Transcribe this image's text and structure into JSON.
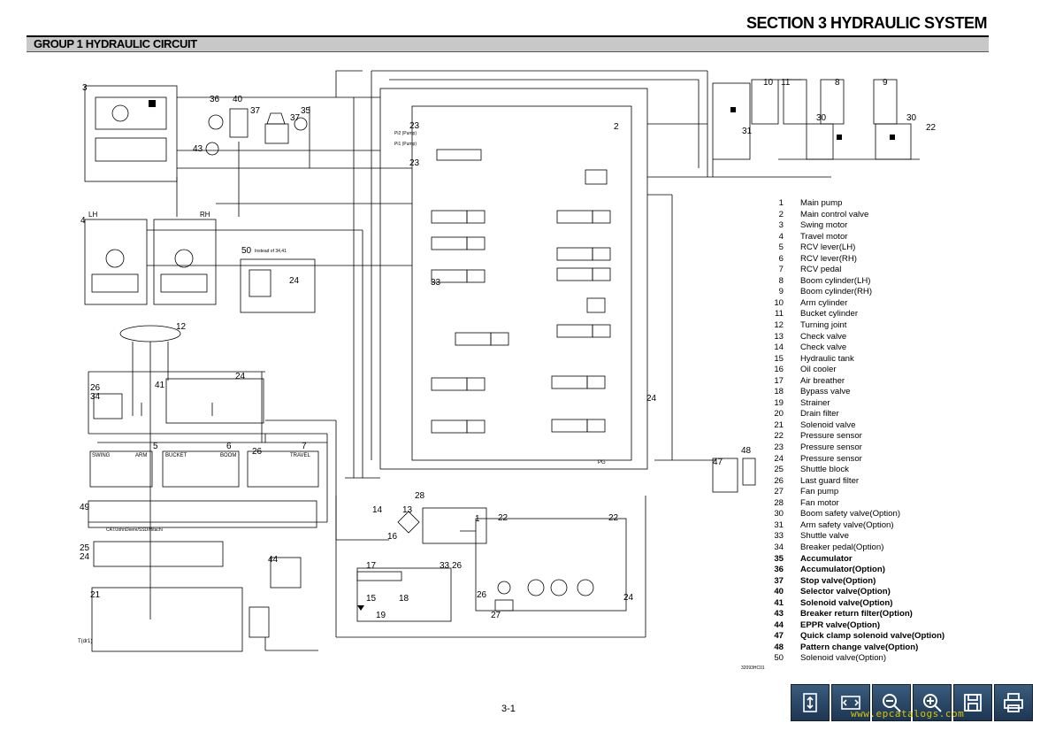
{
  "header": {
    "section_title": "SECTION 3 HYDRAULIC SYSTEM",
    "group_title": "GROUP 1 HYDRAULIC CIRCUIT"
  },
  "diagram": {
    "labels": {
      "n3": "3",
      "n4": "4",
      "lh": "LH",
      "rh": "RH",
      "n12": "12",
      "n36": "36",
      "n40": "40",
      "n37a": "37",
      "n37b": "37",
      "n35": "35",
      "n43": "43",
      "n50": "50",
      "n50_note": "Instead of 34,41",
      "n24a": "24",
      "n23a": "23",
      "n23b": "23",
      "pi2_pump": "Pi2 (Pump)",
      "pi1_pump": "Pi1 (Pump)",
      "n2": "2",
      "n33": "33",
      "n10": "10",
      "n11": "11",
      "n8": "8",
      "n9": "9",
      "n30a": "30",
      "n30b": "30",
      "n22a": "22",
      "n31": "31",
      "n47": "47",
      "n48": "48",
      "n26a": "26",
      "n34": "34",
      "n41": "41",
      "n24b": "24",
      "n5": "5",
      "n6": "6",
      "n7": "7",
      "n26b": "26",
      "swing": "SWING",
      "arm": "ARM",
      "bucket": "BUCKET",
      "boom": "BOOM",
      "travel": "TRAVEL",
      "n49": "49",
      "cat_label": "CAT/JohnDeere/SSD/Hitachi",
      "n25": "25",
      "n24c": "24",
      "n44": "44",
      "n21": "21",
      "n14": "14",
      "n13": "13",
      "n16": "16",
      "n28": "28",
      "n1": "1",
      "n22b": "22",
      "n22c": "22",
      "n17": "17",
      "n15": "15",
      "n18": "18",
      "n19": "19",
      "n33b": "33",
      "n26c": "26",
      "n26d": "26",
      "n27": "27",
      "n24d": "24",
      "n24e": "24",
      "t_dr1": "T(dr1)",
      "pg": "PG",
      "drawing_no": "32093HC01"
    }
  },
  "legend": [
    {
      "num": "1",
      "text": "Main pump",
      "bold": false
    },
    {
      "num": "2",
      "text": "Main control valve",
      "bold": false
    },
    {
      "num": "3",
      "text": "Swing motor",
      "bold": false
    },
    {
      "num": "4",
      "text": "Travel motor",
      "bold": false
    },
    {
      "num": "5",
      "text": "RCV lever(LH)",
      "bold": false
    },
    {
      "num": "6",
      "text": "RCV lever(RH)",
      "bold": false
    },
    {
      "num": "7",
      "text": "RCV pedal",
      "bold": false
    },
    {
      "num": "8",
      "text": "Boom cylinder(LH)",
      "bold": false
    },
    {
      "num": "9",
      "text": "Boom cylinder(RH)",
      "bold": false
    },
    {
      "num": "10",
      "text": "Arm cylinder",
      "bold": false
    },
    {
      "num": "11",
      "text": "Bucket cylinder",
      "bold": false
    },
    {
      "num": "12",
      "text": "Turning joint",
      "bold": false
    },
    {
      "num": "13",
      "text": "Check valve",
      "bold": false
    },
    {
      "num": "14",
      "text": "Check valve",
      "bold": false
    },
    {
      "num": "15",
      "text": "Hydraulic tank",
      "bold": false
    },
    {
      "num": "16",
      "text": "Oil cooler",
      "bold": false
    },
    {
      "num": "17",
      "text": "Air breather",
      "bold": false
    },
    {
      "num": "18",
      "text": "Bypass valve",
      "bold": false
    },
    {
      "num": "19",
      "text": "Strainer",
      "bold": false
    },
    {
      "num": "20",
      "text": "Drain filter",
      "bold": false
    },
    {
      "num": "21",
      "text": "Solenoid valve",
      "bold": false
    },
    {
      "num": "22",
      "text": "Pressure sensor",
      "bold": false
    },
    {
      "num": "23",
      "text": "Pressure sensor",
      "bold": false
    },
    {
      "num": "24",
      "text": "Pressure sensor",
      "bold": false
    },
    {
      "num": "25",
      "text": "Shuttle block",
      "bold": false
    },
    {
      "num": "26",
      "text": "Last guard filter",
      "bold": false
    },
    {
      "num": "27",
      "text": "Fan pump",
      "bold": false
    },
    {
      "num": "28",
      "text": "Fan motor",
      "bold": false
    },
    {
      "num": "30",
      "text": "Boom safety valve(Option)",
      "bold": false
    },
    {
      "num": "31",
      "text": "Arm safety valve(Option)",
      "bold": false
    },
    {
      "num": "33",
      "text": "Shuttle valve",
      "bold": false
    },
    {
      "num": "34",
      "text": "Breaker pedal(Option)",
      "bold": false
    },
    {
      "num": "35",
      "text": "Accumulator",
      "bold": true
    },
    {
      "num": "36",
      "text": "Accumulator(Option)",
      "bold": true
    },
    {
      "num": "37",
      "text": "Stop valve(Option)",
      "bold": true
    },
    {
      "num": "40",
      "text": "Selector valve(Option)",
      "bold": true
    },
    {
      "num": "41",
      "text": "Solenoid valve(Option)",
      "bold": true
    },
    {
      "num": "43",
      "text": "Breaker return filter(Option)",
      "bold": true
    },
    {
      "num": "44",
      "text": "EPPR valve(Option)",
      "bold": true
    },
    {
      "num": "47",
      "text": "Quick clamp solenoid valve(Option)",
      "bold": true
    },
    {
      "num": "48",
      "text": "Pattern change valve(Option)",
      "bold": true
    },
    {
      "num": "50",
      "text": "Solenoid valve(Option)",
      "bold": false
    }
  ],
  "footer": {
    "page_number": "3-1",
    "watermark": "www.epcatalogs.com"
  },
  "toolbar": {
    "buttons": [
      {
        "icon": "fit-page-icon"
      },
      {
        "icon": "fit-width-icon"
      },
      {
        "icon": "zoom-out-icon"
      },
      {
        "icon": "zoom-in-icon"
      },
      {
        "icon": "save-icon"
      },
      {
        "icon": "print-icon"
      }
    ]
  }
}
